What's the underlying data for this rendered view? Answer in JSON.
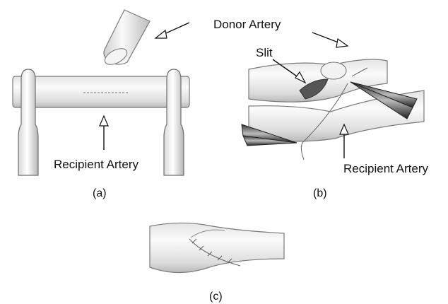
{
  "labels": {
    "donor_artery": "Donor Artery",
    "slit": "Slit",
    "recipient_artery_a": "Recipient Artery",
    "recipient_artery_b": "Recipient Artery"
  },
  "panels": {
    "a": "(a)",
    "b": "(b)",
    "c": "(c)"
  }
}
